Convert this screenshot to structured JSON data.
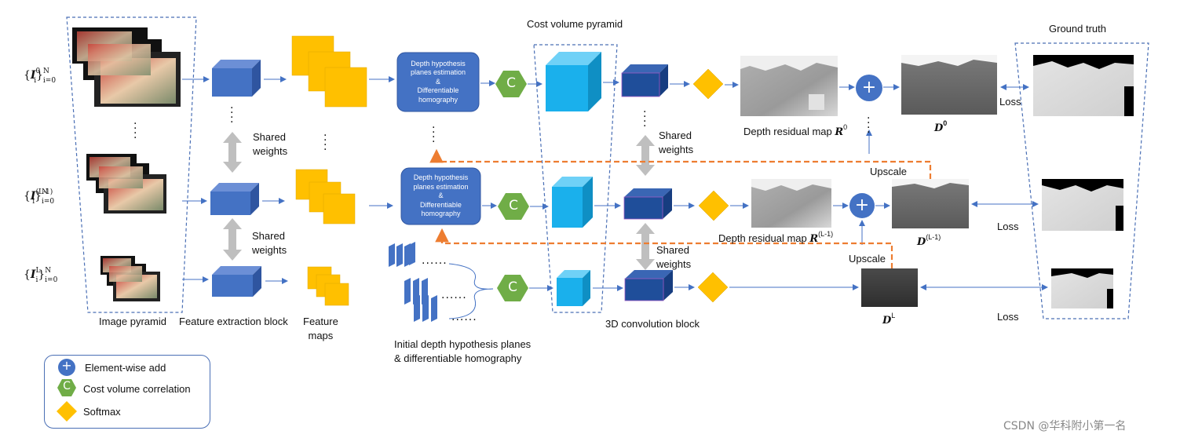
{
  "titles": {
    "cost_volume_pyramid": "Cost volume pyramid",
    "ground_truth": "Ground truth"
  },
  "inputs": {
    "row0": {
      "base": "I",
      "sup": "0",
      "sub": "i",
      "upper": "N",
      "lower": "i=0"
    },
    "row1": {
      "base": "I",
      "sup": "(L-1)",
      "sub": "i",
      "upper": "N",
      "lower": "i=0"
    },
    "row2": {
      "base": "I",
      "sup": "L",
      "sub": "i",
      "upper": "N",
      "lower": "i=0"
    }
  },
  "labels": {
    "image_pyramid": "Image pyramid",
    "feature_extraction_block": "Feature extraction block",
    "feature_maps_line1": "Feature",
    "feature_maps_line2": "maps",
    "shared_line1": "Shared",
    "shared_line2": "weights",
    "initial_line1": "Initial depth hypothesis planes",
    "initial_line2": "& differentiable homography",
    "conv3d_block": "3D convolution block",
    "upscale": "Upscale",
    "loss": "Loss",
    "depth_residual_map": "Depth residual map",
    "R0": "R",
    "R0_sup": "0",
    "R1": "R",
    "R1_sup": "(L-1)",
    "D0": "D",
    "D0_sup": "0",
    "D1": "D",
    "D1_sup": "(L-1)",
    "DL": "D",
    "DL_sup": "L"
  },
  "depth_box": {
    "line1": "Depth hypothesis",
    "line2": "planes estimation",
    "line3": "&",
    "line4": "Differentiable",
    "line5": "homography"
  },
  "correlation_symbol": "C",
  "add_symbol": "+",
  "legend": {
    "add": "Element-wise add",
    "correlation": "Cost volume correlation",
    "softmax": "Softmax"
  },
  "watermark": "CSDN @华科附小第一名",
  "colors": {
    "blue_block": "#4472c4",
    "dark_blue_block": "#1f4e9a",
    "yellow": "#ffc000",
    "cyan": "#1ab0ec",
    "green": "#70ad47",
    "add_blue": "#4472c4",
    "orange_dashed": "#ed7d31",
    "arrow": "#4472c4",
    "grey_arrow": "#bfbfbf"
  }
}
